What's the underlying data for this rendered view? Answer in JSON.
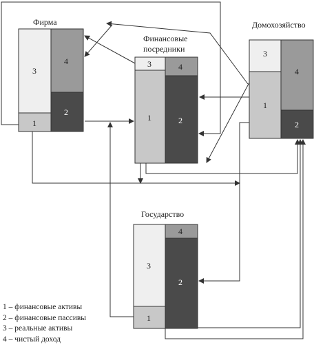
{
  "entities": {
    "firm": {
      "title": "Фирма",
      "cells": {
        "c3": "3",
        "c4": "4",
        "c2": "2",
        "c1": "1"
      }
    },
    "intermediaries": {
      "title_line1": "Финансовые",
      "title_line2": "посредники",
      "cells": {
        "c3": "3",
        "c4": "4",
        "c1": "1",
        "c2": "2"
      }
    },
    "household": {
      "title": "Домохозяйство",
      "cells": {
        "c3": "3",
        "c4": "4",
        "c1": "1",
        "c2": "2"
      }
    },
    "state": {
      "title": "Государство",
      "cells": {
        "c4": "4",
        "c3": "3",
        "c2": "2",
        "c1": "1"
      }
    }
  },
  "legend": [
    "1 – финансовые активы",
    "2 – финансовые пассивы",
    "3 – реальные активы",
    "4 – чистый доход"
  ],
  "colors": {
    "real_assets": "#efefef",
    "fin_assets": "#c8c8c8",
    "net_income": "#9a9a9a",
    "fin_liabilities": "#4a4a4a",
    "line": "#333333"
  }
}
